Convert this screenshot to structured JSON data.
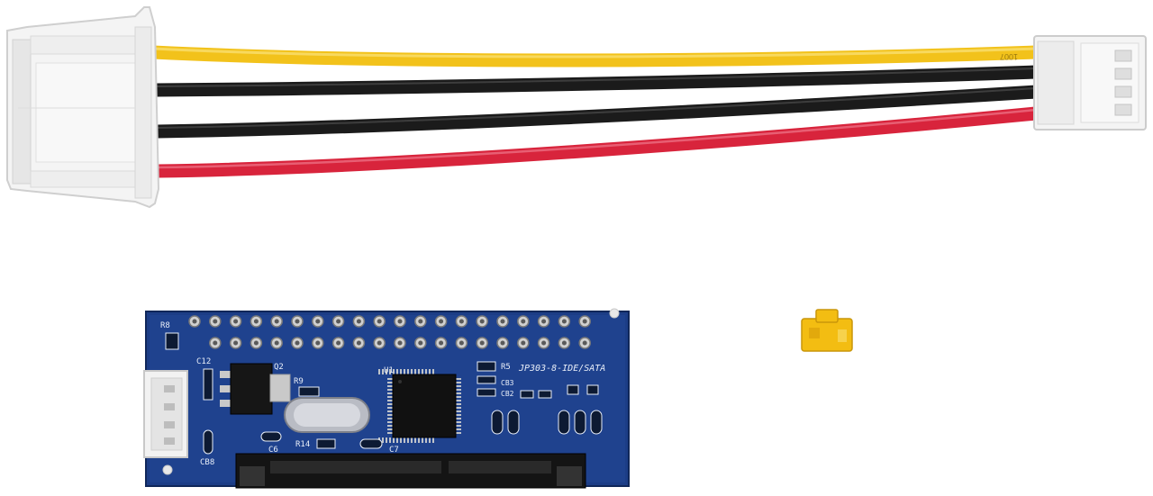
{
  "colors": {
    "background": "#ffffff",
    "wire_yellow": "#f2c21b",
    "wire_black": "#1b1b1b",
    "wire_red": "#d8243c",
    "connector_white": "#f4f4f4",
    "pcb_blue": "#1c3d86",
    "jumper_yellow": "#f3bd12"
  },
  "cable": {
    "wire_print": "1007"
  },
  "board": {
    "model_label": "JP303-8-IDE/SATA",
    "labels": {
      "r8": "R8",
      "c12": "C12",
      "q2": "Q2",
      "r9": "R9",
      "u1": "U1",
      "r5": "R5",
      "cb3": "CB3",
      "cb2": "CB2",
      "c6": "C6",
      "r14": "R14",
      "c7": "C7",
      "cb8": "CB8"
    }
  }
}
